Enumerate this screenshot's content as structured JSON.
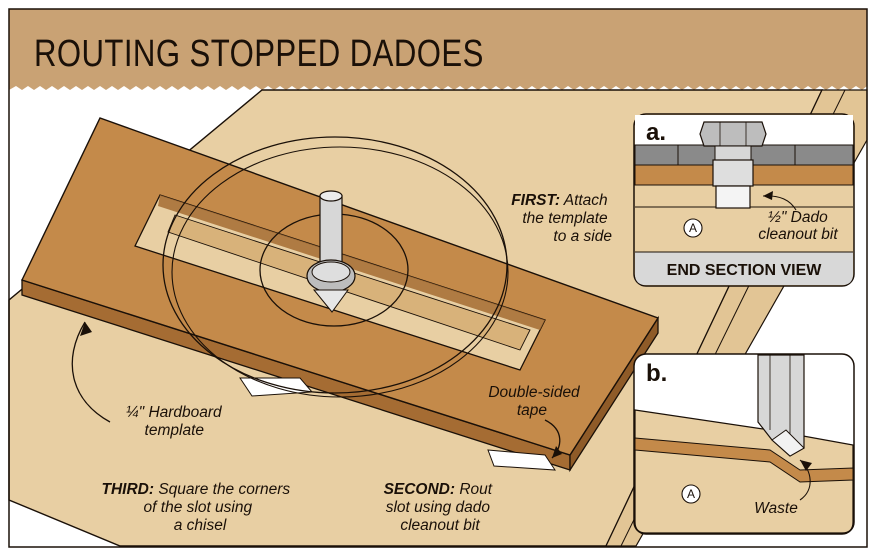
{
  "title": "ROUTING STOPPED DADOES",
  "labels": {
    "first_bold": "FIRST:",
    "first_line1": "Attach",
    "first_line2": "the template",
    "first_line3": "to a side",
    "second_bold": "SECOND:",
    "second_line1": "Rout",
    "second_line2": "slot using dado",
    "second_line3": "cleanout bit",
    "third_bold": "THIRD:",
    "third_line1": "Square the corners",
    "third_line2": "of the slot using",
    "third_line3": "a chisel",
    "hardboard_line1": "¼\" Hardboard",
    "hardboard_line2": "template",
    "tape_line1": "Double-sided",
    "tape_line2": "tape"
  },
  "panel_a": {
    "letter": "a.",
    "bit_line1": "½\" Dado",
    "bit_line2": "cleanout bit",
    "marker": "A",
    "caption": "END SECTION VIEW"
  },
  "panel_b": {
    "letter": "b.",
    "marker": "A",
    "waste": "Waste"
  },
  "colors": {
    "header_tan": "#c9a274",
    "wood_light": "#e8cfa3",
    "template_top": "#c48a4a",
    "template_edge": "#a56c33",
    "outline": "#1a1008",
    "gray_fence": "#8a8a8a",
    "bit_silver": "#d7d7d7"
  }
}
